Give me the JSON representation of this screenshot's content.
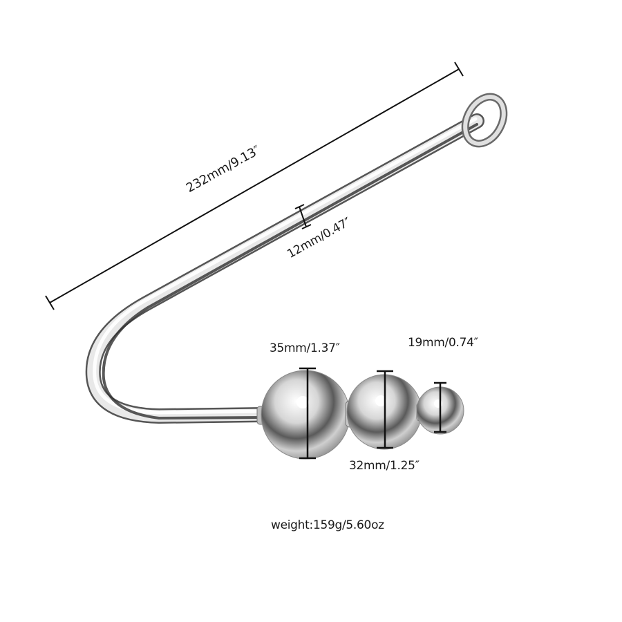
{
  "product": {
    "type": "stainless steel hook with ring handle and three beads",
    "colors": {
      "background": "#ffffff",
      "metal_light": "#f2f2f2",
      "metal_mid": "#b9b9b9",
      "metal_dark": "#3a3a3a",
      "dimension_line": "#111111",
      "text": "#1a1a1a"
    }
  },
  "dimensions": {
    "total_length": "232mm/9.13″",
    "rod_diameter": "12mm/0.47″",
    "bead_large": "35mm/1.37″",
    "bead_medium": "32mm/1.25″",
    "bead_small": "19mm/0.74″",
    "weight": "weight:159g/5.60oz"
  }
}
